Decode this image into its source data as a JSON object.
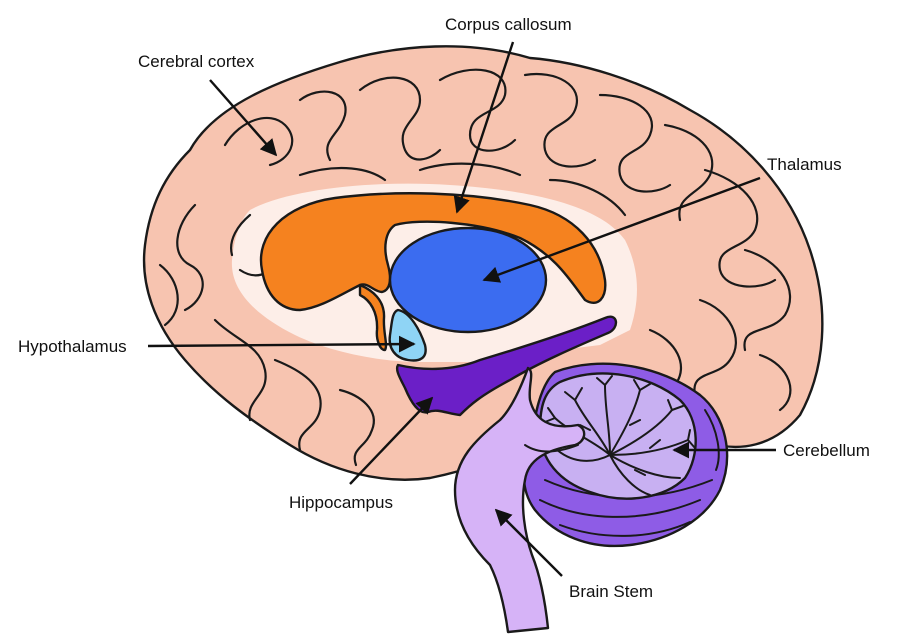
{
  "labels": {
    "cerebral_cortex": "Cerebral cortex",
    "corpus_callosum": "Corpus callosum",
    "thalamus": "Thalamus",
    "hypothalamus": "Hypothalamus",
    "hippocampus": "Hippocampus",
    "cerebellum": "Cerebellum",
    "brain_stem": "Brain Stem"
  },
  "colors": {
    "cortex": "#f7c4b0",
    "inner_region": "#fdeee8",
    "corpus_callosum": "#f5821f",
    "thalamus": "#3b6cf0",
    "hypothalamus": "#8fd4f5",
    "hippocampus": "#6b1fc7",
    "brain_stem": "#d6b3f7",
    "cerebellum_outer": "#8e5ce6",
    "cerebellum_inner": "#c8b0f2",
    "outline": "#1a1a1a"
  }
}
